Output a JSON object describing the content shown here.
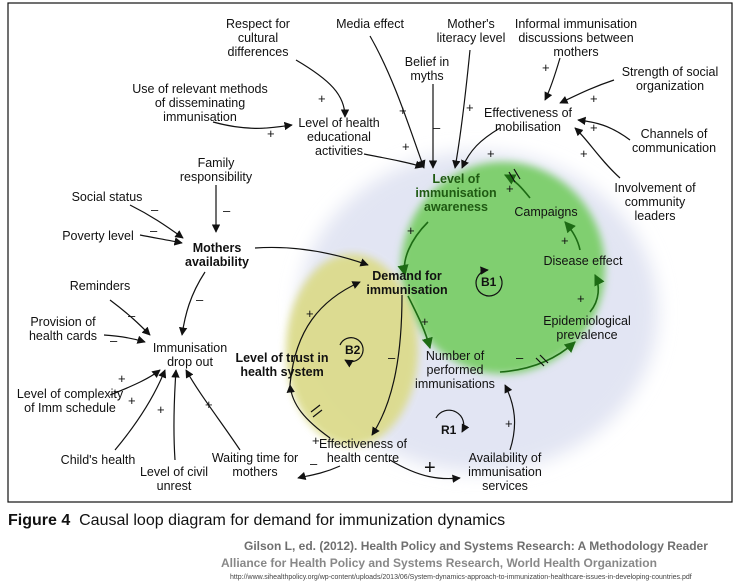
{
  "figure": {
    "label": "Figure 4",
    "caption": "Causal loop diagram for demand for immunization dynamics",
    "source_line1": "Gilson L, ed. (2012). Health Policy and Systems Research: A Methodology Reader",
    "source_line2": "Alliance for Health Policy and Systems Research, World Health Organization",
    "source_url": "http://www.sihealthpolicy.org/wp-content/uploads/2013/06/System-dynamics-approach-to-immunization-healthcare-issues-in-developing-countries.pdf"
  },
  "nodes": {
    "respect": [
      "Respect for",
      "cultural",
      "differences"
    ],
    "media": [
      "Media effect"
    ],
    "mothers_literacy": [
      "Mother's",
      "literacy level"
    ],
    "informal": [
      "Informal immunisation",
      "discussions between",
      "mothers"
    ],
    "belief": [
      "Belief in",
      "myths"
    ],
    "strength_social": [
      "Strength of social",
      "organization"
    ],
    "relevant_methods": [
      "Use of relevant methods",
      "of disseminating",
      "immunisation"
    ],
    "health_edu": [
      "Level of health",
      "educational",
      "activities"
    ],
    "effect_mob": [
      "Effectiveness of",
      "mobilisation"
    ],
    "channels": [
      "Channels of",
      "communication"
    ],
    "family": [
      "Family",
      "responsibility"
    ],
    "awareness": [
      "Level of",
      "immunisation",
      "awareness"
    ],
    "involvement": [
      "Involvement of",
      "community",
      "leaders"
    ],
    "social_status": [
      "Social status"
    ],
    "campaigns": [
      "Campaigns"
    ],
    "poverty": [
      "Poverty level"
    ],
    "mothers_avail": [
      "Mothers",
      "availability"
    ],
    "disease_effect": [
      "Disease effect"
    ],
    "demand": [
      "Demand for",
      "immunisation"
    ],
    "reminders": [
      "Reminders"
    ],
    "provision": [
      "Provision of",
      "health cards"
    ],
    "dropout": [
      "Immunisation",
      "drop out"
    ],
    "epi": [
      "Epidemiological",
      "prevalence"
    ],
    "trust": [
      "Level of trust in",
      "health system"
    ],
    "performed": [
      "Number of",
      "performed",
      "immunisations"
    ],
    "complexity": [
      "Level of complexity",
      "of Imm schedule"
    ],
    "child_health": [
      "Child's health"
    ],
    "civil_unrest": [
      "Level of civil",
      "unrest"
    ],
    "waiting": [
      "Waiting time for",
      "mothers"
    ],
    "effect_centre": [
      "Effectiveness of",
      "health centre"
    ],
    "availability": [
      "Availability of",
      "immunisation",
      "services"
    ]
  },
  "loops": {
    "b1": "B1",
    "b2": "B2",
    "r1": "R1"
  },
  "signs": {
    "plus": "+",
    "minus": "–"
  },
  "colors": {
    "halo": "#e3e6f3",
    "green_zone": "#7fcf6f",
    "yellow_zone": "#dcdb8c",
    "green_text": "#1f5a12"
  }
}
